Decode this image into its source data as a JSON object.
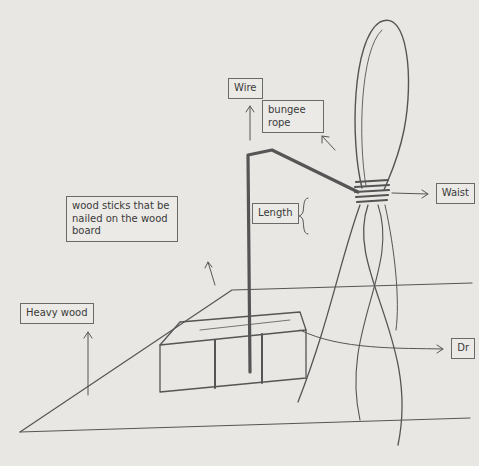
{
  "diagram": {
    "nodes": [
      {
        "text": [
          "Wire"
        ]
      },
      {
        "text": [
          "bungee rope"
        ]
      },
      {
        "text": [
          "Waist"
        ]
      },
      {
        "text": [
          "wood sticks that be nailed on the wood board"
        ]
      },
      {
        "text": [
          "Length"
        ]
      },
      {
        "text": [
          "Heavy wood"
        ]
      },
      {
        "text": [
          "Dr"
        ]
      }
    ]
  }
}
